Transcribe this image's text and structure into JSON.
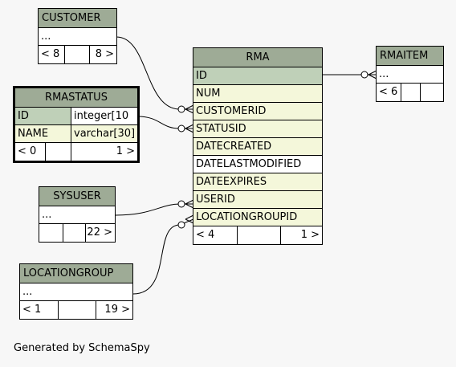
{
  "customer": {
    "title": "CUSTOMER",
    "value": "...",
    "left": "< 8",
    "right": "8 >"
  },
  "rmastatus": {
    "title": "RMASTATUS",
    "rows": [
      {
        "name": "ID",
        "type": "integer[10"
      },
      {
        "name": "NAME",
        "type": "varchar[30]"
      }
    ],
    "left": "< 0",
    "right": "1 >"
  },
  "sysuser": {
    "title": "SYSUSER",
    "value": "...",
    "left": "",
    "right": "22 >"
  },
  "locationgroup": {
    "title": "LOCATIONGROUP",
    "value": "...",
    "left": "< 1",
    "right": "19 >"
  },
  "rma": {
    "title": "RMA",
    "rows": [
      "ID",
      "NUM",
      "CUSTOMERID",
      "STATUSID",
      "DATECREATED",
      "DATELASTMODIFIED",
      "DATEEXPIRES",
      "USERID",
      "LOCATIONGROUPID"
    ],
    "left": "< 4",
    "right": "1 >"
  },
  "rmaitem": {
    "title": "RMAITEM",
    "value": "...",
    "left": "< 6",
    "right": ""
  },
  "footer": "Generated by SchemaSpy",
  "colors": {
    "header": "#9eab96",
    "primary_key": "#bfd0b8",
    "foreign_key": "#f4f7da",
    "background": "#f7f7f7"
  }
}
